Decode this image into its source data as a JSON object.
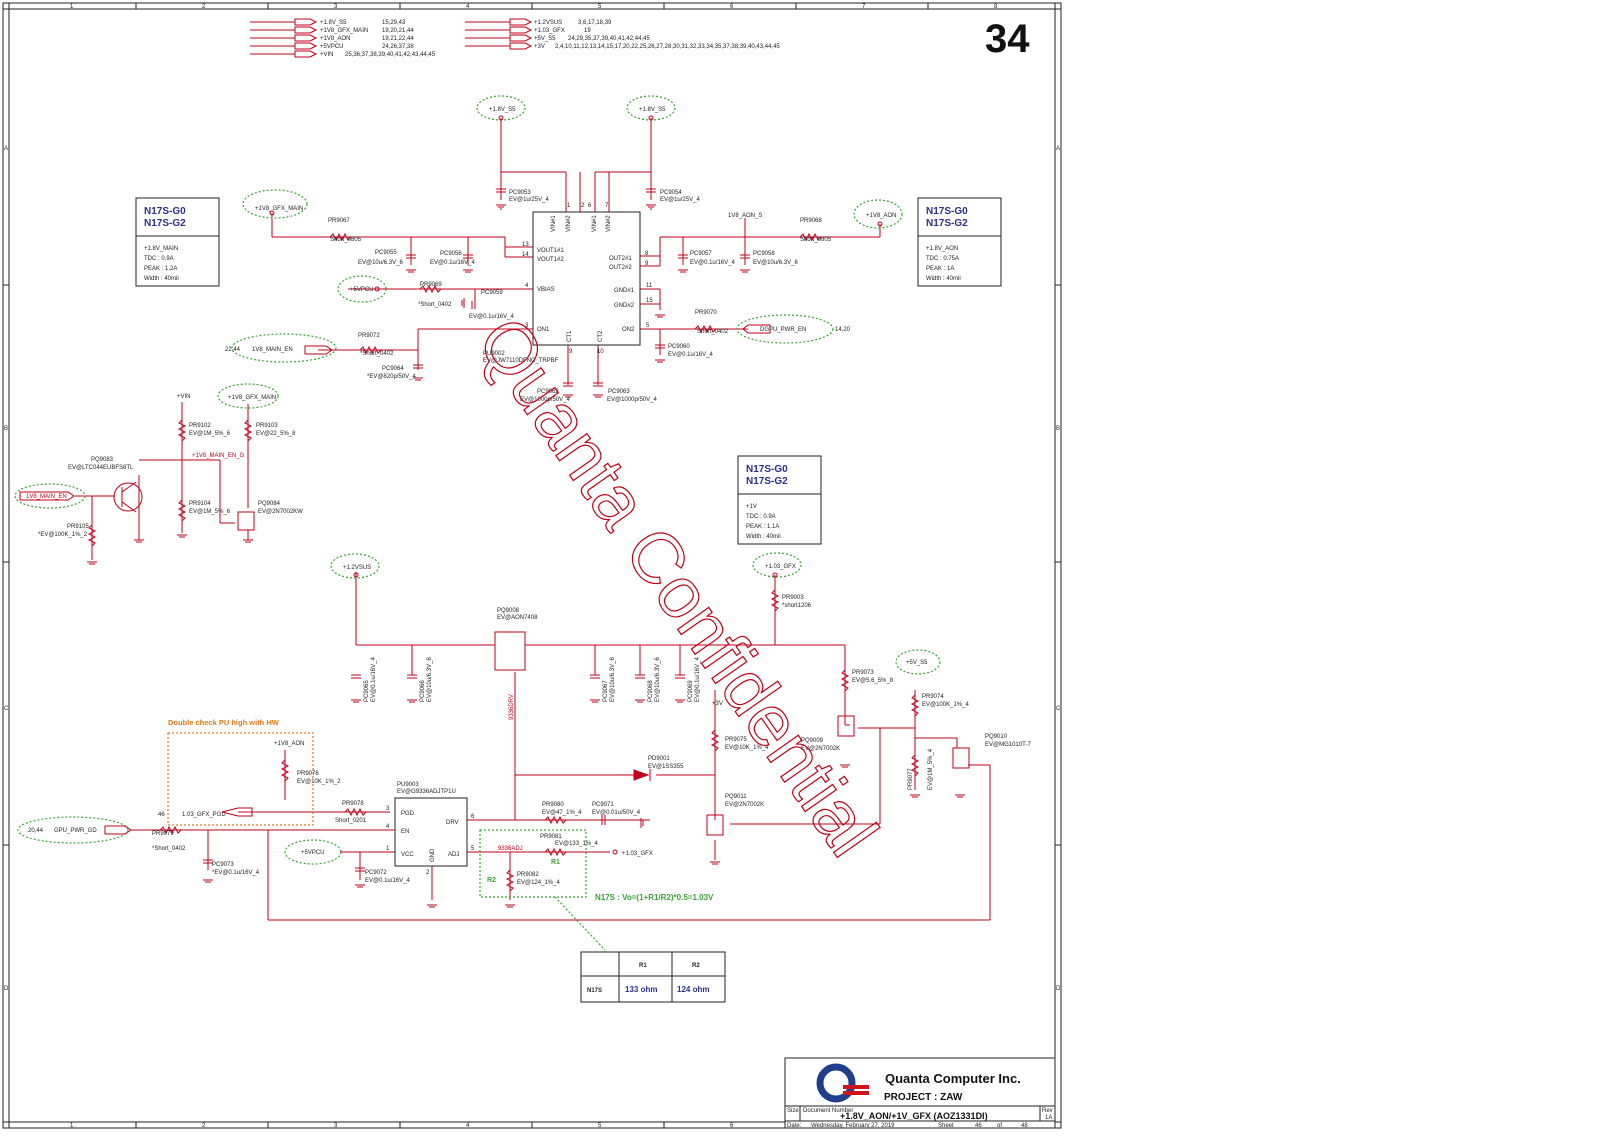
{
  "sheet": {
    "page_number": "34",
    "top_numbers": [
      "1",
      "2",
      "3",
      "4",
      "5",
      "6",
      "7",
      "8"
    ],
    "side_letters": [
      "A",
      "B",
      "C",
      "D"
    ]
  },
  "offpage": {
    "left": [
      {
        "name": "+1.8V_S5",
        "pages": "15,29,43"
      },
      {
        "name": "+1V8_GFX_MAIN",
        "pages": "19,20,21,44"
      },
      {
        "name": "+1V8_AON",
        "pages": "19,21,22,44"
      },
      {
        "name": "+5VPCU",
        "pages": "24,26,37,38"
      },
      {
        "name": "+VIN",
        "pages": "25,36,37,38,39,40,41,42,43,44,45"
      }
    ],
    "right": [
      {
        "name": "+1.2VSUS",
        "pages": "3,6,17,18,39"
      },
      {
        "name": "+1.03_GFX",
        "pages": "19"
      },
      {
        "name": "+5V_S5",
        "pages": "24,29,35,37,39,40,41,42,44,45"
      },
      {
        "name": "+3V",
        "pages": "2,4,10,11,12,13,14,15,17,20,22,25,26,27,28,30,31,32,33,34,35,37,38,39,40,43,44,45"
      }
    ]
  },
  "boxes": {
    "main": {
      "l1": "N17S-G0",
      "l2": "N17S-G2",
      "s1": "+1.8V_MAIN",
      "s2": "TDC : 0.9A",
      "s3": "PEAK : 1.2A",
      "s4": "Width : 40mil"
    },
    "aon": {
      "l1": "N17S-G0",
      "l2": "N17S-G2",
      "s1": "+1.8V_AON",
      "s2": "TDC : 0.75A",
      "s3": "PEAK : 1A",
      "s4": "Width : 40mil"
    },
    "gfx": {
      "l1": "N17S-G0",
      "l2": "N17S-G2",
      "s1": "+1V",
      "s2": "TDC : 0.9A",
      "s3": "PEAK : 1.1A",
      "s4": "Width : 40mil"
    }
  },
  "nets": {
    "v18s5a": "+1.8V_S5",
    "v18s5b": "+1.8V_S5",
    "gfxmain": "+1V8_GFX_MAIN",
    "aon": "+1V8_AON",
    "aon_s": "1V8_AON_S",
    "v5pcu": "+5VPCU",
    "v5pcu2": "+5VPCU",
    "main_en": "1V8_MAIN_EN",
    "main_en_pages": "22,44",
    "dgpu_en": "DGPU_PWR_EN",
    "dgpu_pages": "14,20",
    "vin": "+VIN",
    "gfxmain2": "+1V8_GFX_MAIN",
    "main_en_g": "+1V8_MAIN_EN_G",
    "main_en2": "1V8_MAIN_EN",
    "v12sus": "+1.2VSUS",
    "v103": "+1.03_GFX",
    "v5s5": "+5V_S5",
    "v3": "+3V",
    "aon2": "+1V8_AON",
    "gfx_pgd": "1.03_GFX_PGD",
    "pgd_pg": "46",
    "gpu_pwr_gd": "GPU_PWR_GD",
    "gpu_pg": "20,44",
    "drv": "9336DRV",
    "adj": "9336ADJ",
    "v103b": "+1.03_GFX"
  },
  "chip1": {
    "ref": "PU9002",
    "part": "EV@JW7110DFNC_TRPBF",
    "pins": [
      "VIN#1",
      "VIN#2",
      "VIN#1",
      "VIN#2",
      "VOUT1#1",
      "VOUT1#2",
      "VBIAS",
      "ON1",
      "CT1",
      "CT2",
      "OUT2#1",
      "OUT2#2",
      "GND#1",
      "GND#2",
      "ON2"
    ],
    "nums": [
      "1",
      "2",
      "6",
      "7",
      "13",
      "14",
      "4",
      "3",
      "9",
      "10",
      "8",
      "9",
      "11",
      "15",
      "5"
    ]
  },
  "chip2": {
    "ref": "PU9003",
    "part": "EV@G9336ADJTP1U",
    "pins": [
      "PGD",
      "EN",
      "VCC",
      "GND",
      "ADJ",
      "DRV"
    ],
    "nums": [
      "3",
      "4",
      "1",
      "2",
      "5",
      "6"
    ]
  },
  "parts": [
    {
      "ref": "PC9053",
      "val": "EV@1u/25V_4"
    },
    {
      "ref": "PC9054",
      "val": "EV@1u/25V_4"
    },
    {
      "ref": "PR9067",
      "val": "Short_0805"
    },
    {
      "ref": "PC9055",
      "val": "EV@10u/6.3V_6"
    },
    {
      "ref": "PC9056",
      "val": "EV@0.1u/16V_4"
    },
    {
      "ref": "PR9069",
      "val": "*Short_0402"
    },
    {
      "ref": "PC9059",
      "val": "EV@0.1u/16V_4"
    },
    {
      "ref": "PR9072",
      "val": "*Short_0402"
    },
    {
      "ref": "PC9064",
      "val": "*EV@820p/50V_4"
    },
    {
      "ref": "PC9062",
      "val": "EV@1000p/50V_4"
    },
    {
      "ref": "PC9063",
      "val": "EV@1000p/50V_4"
    },
    {
      "ref": "PC9057",
      "val": "EV@0.1u/16V_4"
    },
    {
      "ref": "PC9058",
      "val": "EV@10u/6.3V_6"
    },
    {
      "ref": "PR9068",
      "val": "Short_0805"
    },
    {
      "ref": "PR9070",
      "val": "Short_0402"
    },
    {
      "ref": "PC9060",
      "val": "EV@0.1u/16V_4"
    },
    {
      "ref": "PR9102",
      "val": "EV@1M_5%_6"
    },
    {
      "ref": "PR9103",
      "val": "EV@22_5%_8"
    },
    {
      "ref": "PQ9083",
      "val": "EV@LTC044EUBFS8TL"
    },
    {
      "ref": "PR9104",
      "val": "EV@1M_5%_6"
    },
    {
      "ref": "PQ9084",
      "val": "EV@2N7002KW"
    },
    {
      "ref": "PR9105",
      "val": "*EV@100K_1%_2"
    },
    {
      "ref": "PQ9008",
      "val": "EV@AON7408"
    },
    {
      "ref": "PC9065",
      "val": "EV@0.1u/16V_4"
    },
    {
      "ref": "PC9066",
      "val": "EV@10u/6.3V_6"
    },
    {
      "ref": "PC9067",
      "val": "EV@10u/6.3V_6"
    },
    {
      "ref": "PC9068",
      "val": "EV@10u/6.3V_6"
    },
    {
      "ref": "PC9069",
      "val": "EV@0.1u/16V_4"
    },
    {
      "ref": "PR9003",
      "val": "*short1206"
    },
    {
      "ref": "PR9073",
      "val": "EV@5.6_5%_8"
    },
    {
      "ref": "PR9074",
      "val": "EV@100K_1%_4"
    },
    {
      "ref": "PQ9009",
      "val": "EV@2N7002K"
    },
    {
      "ref": "PR9077",
      "val": "EV@1M_5%_4"
    },
    {
      "ref": "PQ9010",
      "val": "EV@MG1010T-7"
    },
    {
      "ref": "PR9075",
      "val": "EV@10K_1%_4"
    },
    {
      "ref": "PD9001",
      "val": "EV@1SS355"
    },
    {
      "ref": "PQ9011",
      "val": "EV@2N7002K"
    },
    {
      "ref": "PR9076",
      "val": "EV@10K_1%_2"
    },
    {
      "ref": "PR9078",
      "val": "Short_0201"
    },
    {
      "ref": "PR9079",
      "val": "*Short_0402"
    },
    {
      "ref": "PC9073",
      "val": "*EV@0.1u/16V_4"
    },
    {
      "ref": "PC9072",
      "val": "EV@0.1u/16V_4"
    },
    {
      "ref": "PR9080",
      "val": "EV@47_1%_4"
    },
    {
      "ref": "PC9071",
      "val": "EV@0.01u/50V_4"
    },
    {
      "ref": "PR9081",
      "val": "EV@133_1%_4"
    },
    {
      "ref": "PR9082",
      "val": "EV@124_1%_4"
    }
  ],
  "notes": {
    "double_check": "Double check PU high with HW",
    "formula": "N17S : Vo=(1+R1/R2)*0.5=1.03V",
    "r1": "R1",
    "r2": "R2"
  },
  "rtable": {
    "headers": [
      "",
      "R1",
      "R2"
    ],
    "row": {
      "name": "N17S",
      "r1": "133 ohm",
      "r2": "124 ohm"
    }
  },
  "watermark": "Quanta Confidential",
  "title_block": {
    "company": "Quanta Computer Inc.",
    "project": "PROJECT : ZAW",
    "size_label": "Size",
    "docnum_label": "Document Number",
    "rev_label": "Rev",
    "doc_title": "+1.8V_AON/+1V_GFX (AOZ1331DI)",
    "rev": "1A",
    "date_label": "Date:",
    "date": "Wednesday, February 27, 2019",
    "sheet_label": "Sheet",
    "sheet_num": "46",
    "of_label": "of",
    "sheet_total": "48"
  },
  "colors": {
    "wire": "#c00018",
    "net_ellipse": "#3aa335",
    "watermark": "#c00018",
    "blue_text": "#2b2f8f",
    "orange_box": "#e07a1a"
  }
}
